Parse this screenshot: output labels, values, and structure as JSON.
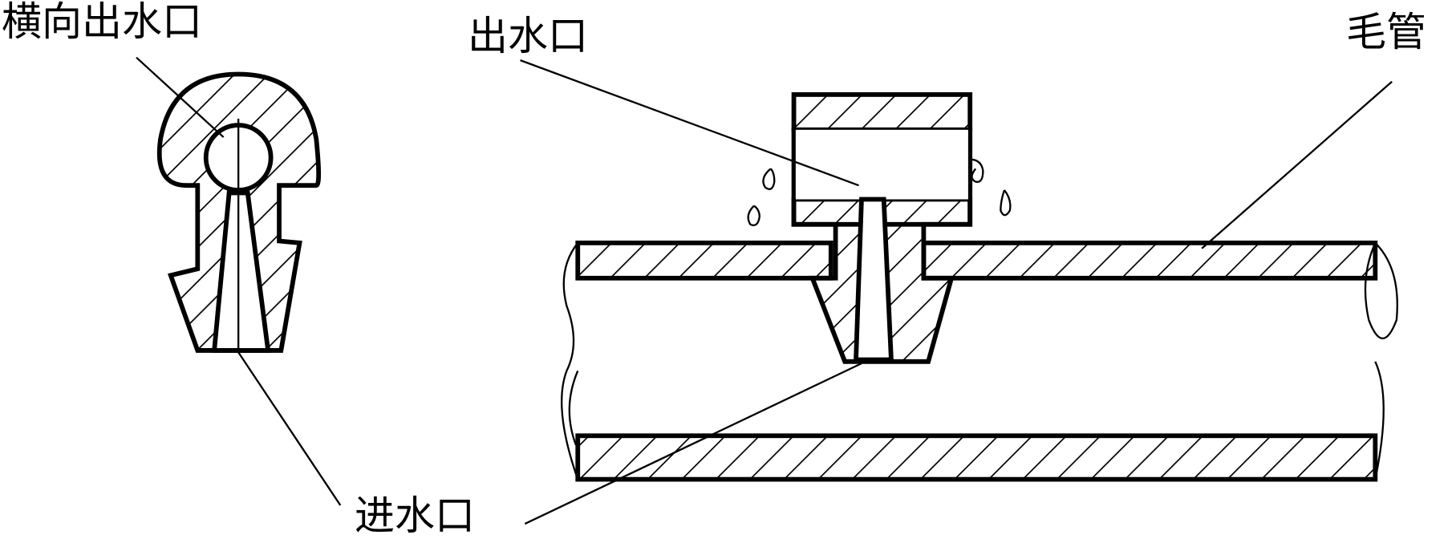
{
  "labels": {
    "lateral_outlet": "横向出水口",
    "outlet": "出水口",
    "capillary_tube": "毛管",
    "inlet": "进水口"
  },
  "colors": {
    "line": "#000000",
    "background": "#ffffff"
  }
}
